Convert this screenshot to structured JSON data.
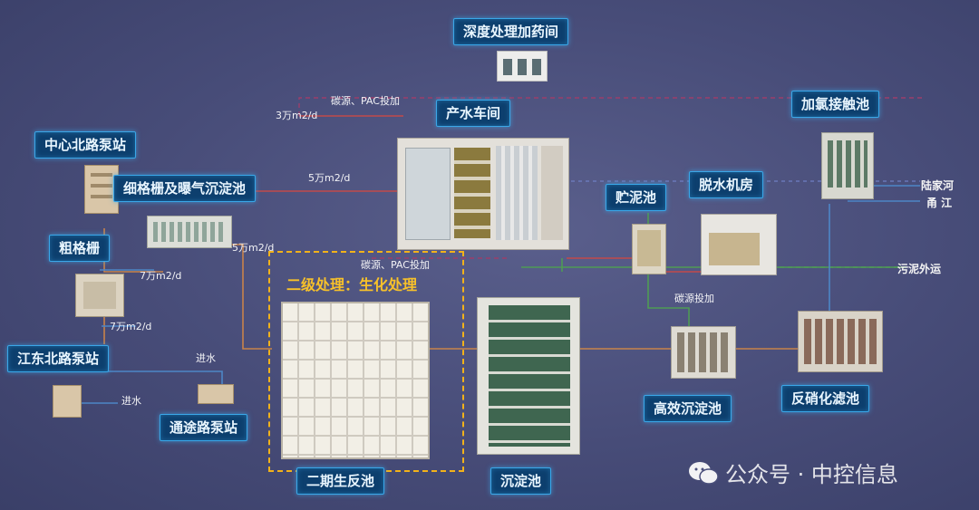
{
  "highlight": {
    "title": "二级处理：生化处理"
  },
  "tags": {
    "deep_treatment": "深度处理加药间",
    "water_production": "产水车间",
    "zhongxinbei_pump": "中心北路泵站",
    "fine_screen": "细格栅及曝气沉淀池",
    "coarse_screen": "粗格栅",
    "jiangdongbei_pump": "江东北路泵站",
    "tongtu_pump": "通途路泵站",
    "phase2_bio": "二期生反池",
    "sedimentation": "沉淀池",
    "sludge_storage": "贮泥池",
    "dewatering": "脱水机房",
    "chlorine_contact": "加氯接触池",
    "high_eff_sed": "高效沉淀池",
    "denitrification": "反硝化滤池"
  },
  "labels": {
    "carbon_pac_top": "碳源、PAC投加",
    "flow_3w": "3万m2/d",
    "flow_5w_top": "5万m2/d",
    "flow_5w_left": "5万m2/d",
    "carbon_pac_mid": "碳源、PAC投加",
    "flow_7w_a": "7万m2/d",
    "flow_7w_b": "7万m2/d",
    "inflow_a": "进水",
    "inflow_b": "进水",
    "carbon_dosing": "碳源投加"
  },
  "outlets": {
    "lujiahe": "陆家河",
    "yongjiang": "甬 江",
    "sludge_out": "污泥外运"
  },
  "watermark": "公众号 · 中控信息"
}
